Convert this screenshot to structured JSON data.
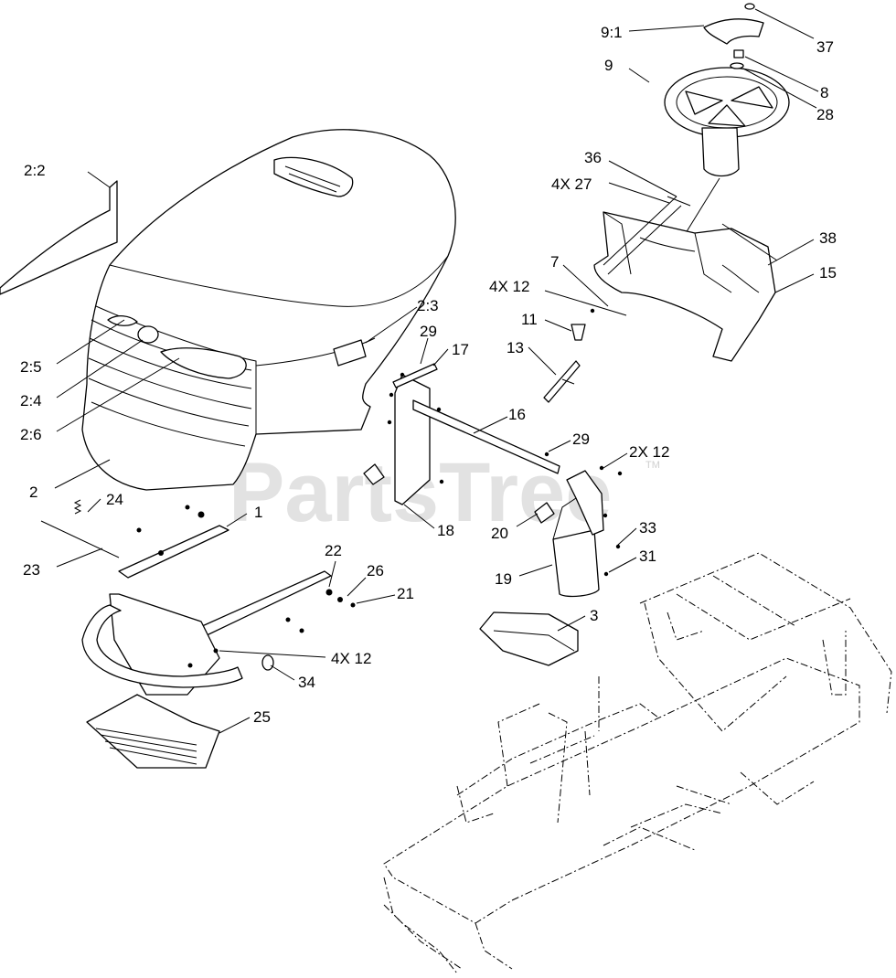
{
  "watermark": {
    "text": "PartsTree",
    "trademark": "TM"
  },
  "callouts": {
    "c_2_2": "2:2",
    "c_2": "2",
    "c_2_3": "2:3",
    "c_2_5": "2:5",
    "c_2_4": "2:4",
    "c_2_6": "2:6",
    "c_9_1": "9:1",
    "c_37": "37",
    "c_9": "9",
    "c_8": "8",
    "c_28": "28",
    "c_36": "36",
    "c_4x27": "4X 27",
    "c_38": "38",
    "c_15": "15",
    "c_7": "7",
    "c_4x12_top": "4X 12",
    "c_11": "11",
    "c_13": "13",
    "c_29_a": "29",
    "c_17": "17",
    "c_16": "16",
    "c_29_b": "29",
    "c_2x12": "2X 12",
    "c_18": "18",
    "c_20": "20",
    "c_33": "33",
    "c_31": "31",
    "c_19": "19",
    "c_24": "24",
    "c_1": "1",
    "c_23": "23",
    "c_22": "22",
    "c_26": "26",
    "c_21": "21",
    "c_4x12_bottom": "4X 12",
    "c_34": "34",
    "c_25": "25",
    "c_3": "3"
  }
}
